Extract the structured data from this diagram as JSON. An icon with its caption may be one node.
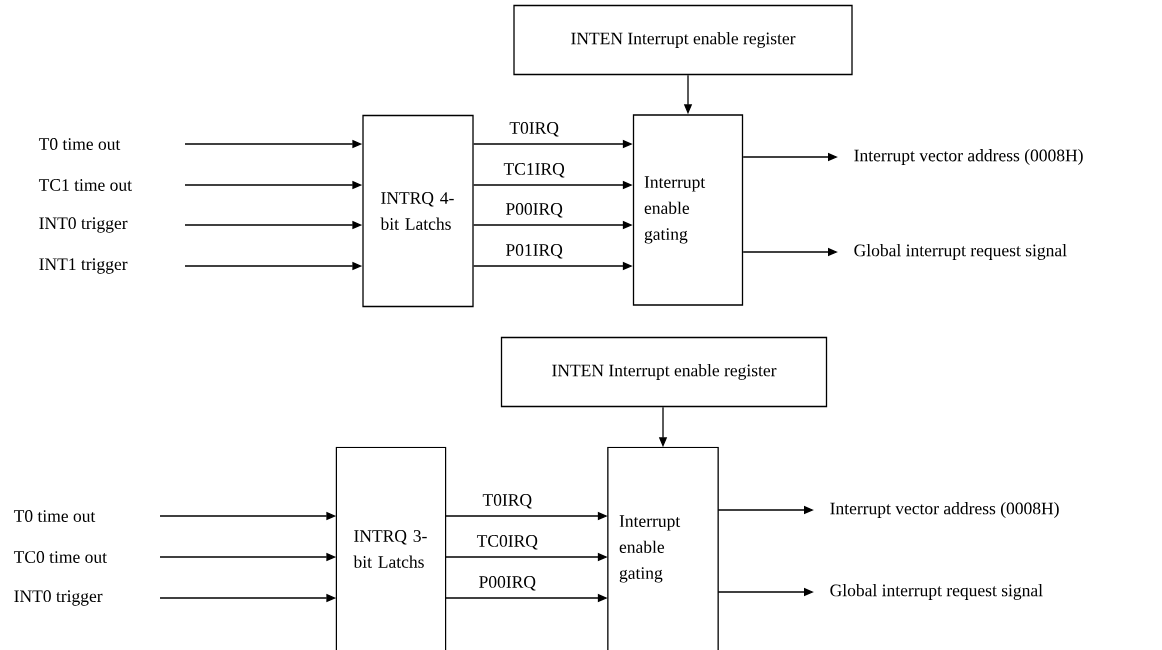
{
  "diagram": {
    "nodes": [
      {
        "text": [
          "INTEN Interrupt enable register"
        ]
      },
      {
        "text": [
          "T0 time out"
        ]
      },
      {
        "text": [
          "TC1 time out"
        ]
      },
      {
        "text": [
          "INT0 trigger"
        ]
      },
      {
        "text": [
          "INT1 trigger"
        ]
      },
      {
        "text": [
          "INTRQ 4-bit Latchs"
        ]
      },
      {
        "text": [
          "Interrupt enable gating"
        ]
      },
      {
        "text": [
          "Interrupt vector address (0008H)"
        ]
      },
      {
        "text": [
          "Global interrupt request signal"
        ]
      },
      {
        "text": [
          "INTEN Interrupt enable register"
        ]
      },
      {
        "text": [
          "T0 time out"
        ]
      },
      {
        "text": [
          "TC0 time out"
        ]
      },
      {
        "text": [
          "INT0 trigger"
        ]
      },
      {
        "text": [
          "INTRQ 3-bit Latchs"
        ]
      },
      {
        "text": [
          "Interrupt enable gating"
        ]
      },
      {
        "text": [
          "Interrupt vector address (0008H)"
        ]
      },
      {
        "text": [
          "Global interrupt request signal"
        ]
      }
    ],
    "edges": [
      {
        "from": 1,
        "to": 5,
        "arrow": "to"
      },
      {
        "from": 2,
        "to": 5,
        "arrow": "to"
      },
      {
        "from": 3,
        "to": 5,
        "arrow": "to"
      },
      {
        "from": 4,
        "to": 5,
        "arrow": "to"
      },
      {
        "from": 5,
        "to": 6,
        "arrow": "to",
        "label": "T0IRQ"
      },
      {
        "from": 5,
        "to": 6,
        "arrow": "to",
        "label": "TC1IRQ"
      },
      {
        "from": 5,
        "to": 6,
        "arrow": "to",
        "label": "P00IRQ"
      },
      {
        "from": 5,
        "to": 6,
        "arrow": "to",
        "label": "P01IRQ"
      },
      {
        "from": 0,
        "to": 6,
        "arrow": "to"
      },
      {
        "from": 6,
        "to": 7,
        "arrow": "to"
      },
      {
        "from": 6,
        "to": 8,
        "arrow": "to"
      },
      {
        "from": 10,
        "to": 13,
        "arrow": "to"
      },
      {
        "from": 11,
        "to": 13,
        "arrow": "to"
      },
      {
        "from": 12,
        "to": 13,
        "arrow": "to"
      },
      {
        "from": 13,
        "to": 14,
        "arrow": "to",
        "label": "T0IRQ"
      },
      {
        "from": 13,
        "to": 14,
        "arrow": "to",
        "label": "TC0IRQ"
      },
      {
        "from": 13,
        "to": 14,
        "arrow": "to",
        "label": "P00IRQ"
      },
      {
        "from": 9,
        "to": 14,
        "arrow": "to"
      },
      {
        "from": 14,
        "to": 15,
        "arrow": "to"
      },
      {
        "from": 14,
        "to": 16,
        "arrow": "to"
      }
    ]
  }
}
